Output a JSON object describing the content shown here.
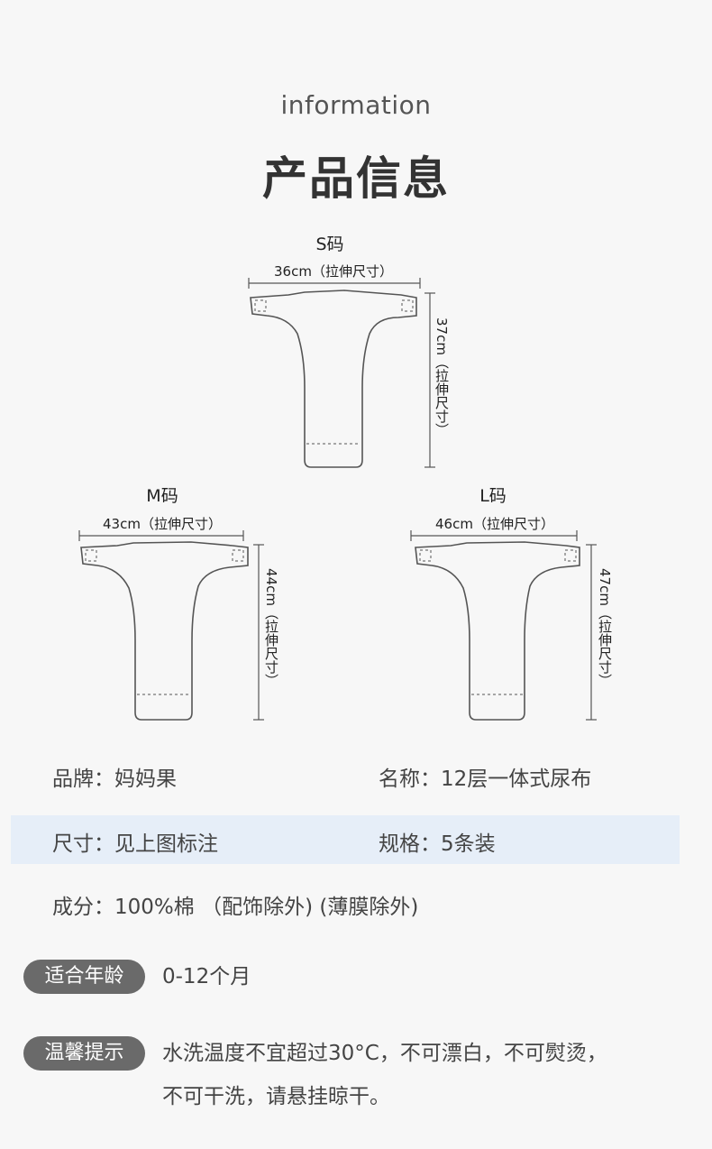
{
  "header": {
    "subtitle": "information",
    "title": "产品信息"
  },
  "sizes": [
    {
      "label": "S码",
      "width_label": "36cm（拉伸尺寸）",
      "height_label": "37cm（拉伸尺寸）"
    },
    {
      "label": "M码",
      "width_label": "43cm（拉伸尺寸）",
      "height_label": "44cm（拉伸尺寸）"
    },
    {
      "label": "L码",
      "width_label": "46cm（拉伸尺寸）",
      "height_label": "47cm（拉伸尺寸）"
    }
  ],
  "info": {
    "brand": "品牌：妈妈果",
    "name": "名称：12层一体式尿布",
    "size": "尺寸：见上图标注",
    "spec": "规格：5条装",
    "composition": "成分：100%棉 （配饰除外) (薄膜除外)"
  },
  "age": {
    "tag": "适合年龄",
    "value": "0-12个月"
  },
  "tips": {
    "tag": "温馨提示",
    "line1": "水洗温度不宜超过30°C，不可漂白，不可熨烫，",
    "line2": "不可干洗，请悬挂晾干。"
  },
  "colors": {
    "background": "#f7f7f7",
    "highlight_row": "#e6eef8",
    "pill": "#6a6a6a"
  }
}
